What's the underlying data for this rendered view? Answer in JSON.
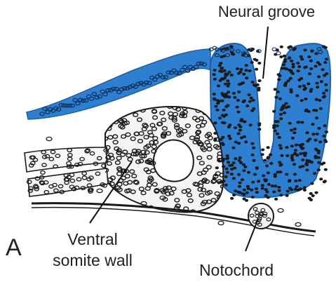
{
  "figure": {
    "panel_letter": "A",
    "labels": {
      "neural_groove": "Neural groove",
      "ventral_somite_wall_line1": "Ventral",
      "ventral_somite_wall_line2": "somite wall",
      "notochord": "Notochord"
    }
  },
  "colors": {
    "neural_tissue": "#2f7fd0",
    "neural_tissue_dark": "#1d5fa8",
    "cell_ink": "#1a1a1a",
    "label_text": "#222222",
    "background": "#ffffff"
  }
}
